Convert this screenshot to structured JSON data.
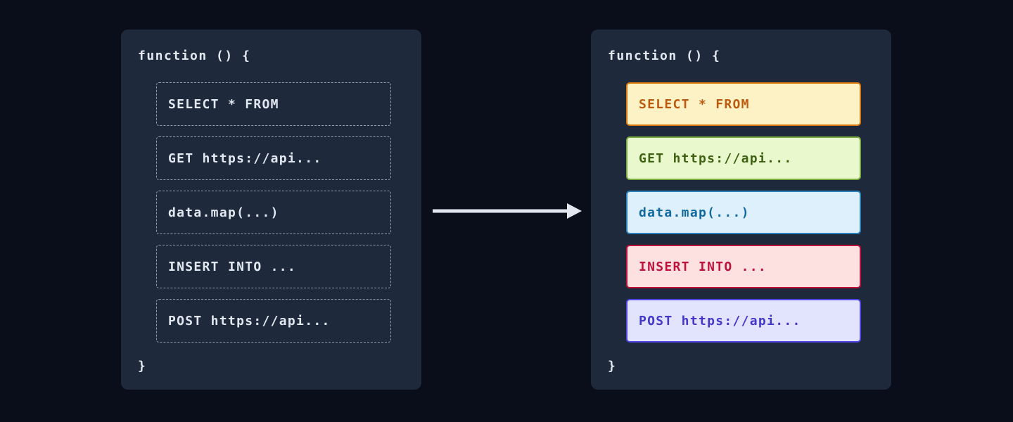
{
  "colors": {
    "page_bg": "#0a0e1a",
    "panel_bg": "#1e293b",
    "code_text": "#e2e8f0",
    "dashed_border": "#8fa0b5",
    "arrow": "#e2e8f0"
  },
  "left_panel": {
    "fn_open": "function () {",
    "fn_close": "}",
    "items": [
      {
        "label": "SELECT * FROM"
      },
      {
        "label": "GET https://api..."
      },
      {
        "label": "data.map(...)"
      },
      {
        "label": "INSERT INTO ..."
      },
      {
        "label": "POST https://api..."
      }
    ]
  },
  "arrow": {
    "icon": "arrow-right"
  },
  "right_panel": {
    "fn_open": "function () {",
    "fn_close": "}",
    "items": [
      {
        "label": "SELECT * FROM",
        "bg": "#fdf2c6",
        "border": "#d97706",
        "text": "#bc5a10"
      },
      {
        "label": "GET https://api...",
        "bg": "#e9f9cd",
        "border": "#77a83d",
        "text": "#3f6212"
      },
      {
        "label": "data.map(...)",
        "bg": "#def0fc",
        "border": "#2a7fb8",
        "text": "#11699f"
      },
      {
        "label": "INSERT INTO ...",
        "bg": "#fde1e1",
        "border": "#be123c",
        "text": "#be123c"
      },
      {
        "label": "POST https://api...",
        "bg": "#e2e3fc",
        "border": "#4f46e5",
        "text": "#4338ca"
      }
    ]
  }
}
